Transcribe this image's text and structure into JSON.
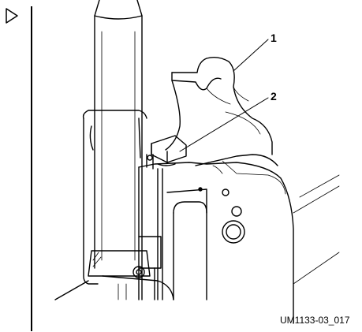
{
  "callouts": [
    "1",
    "2"
  ],
  "figure_ref": "UM1133-03_017",
  "icons": {
    "bullet": "triangle-right-icon"
  }
}
